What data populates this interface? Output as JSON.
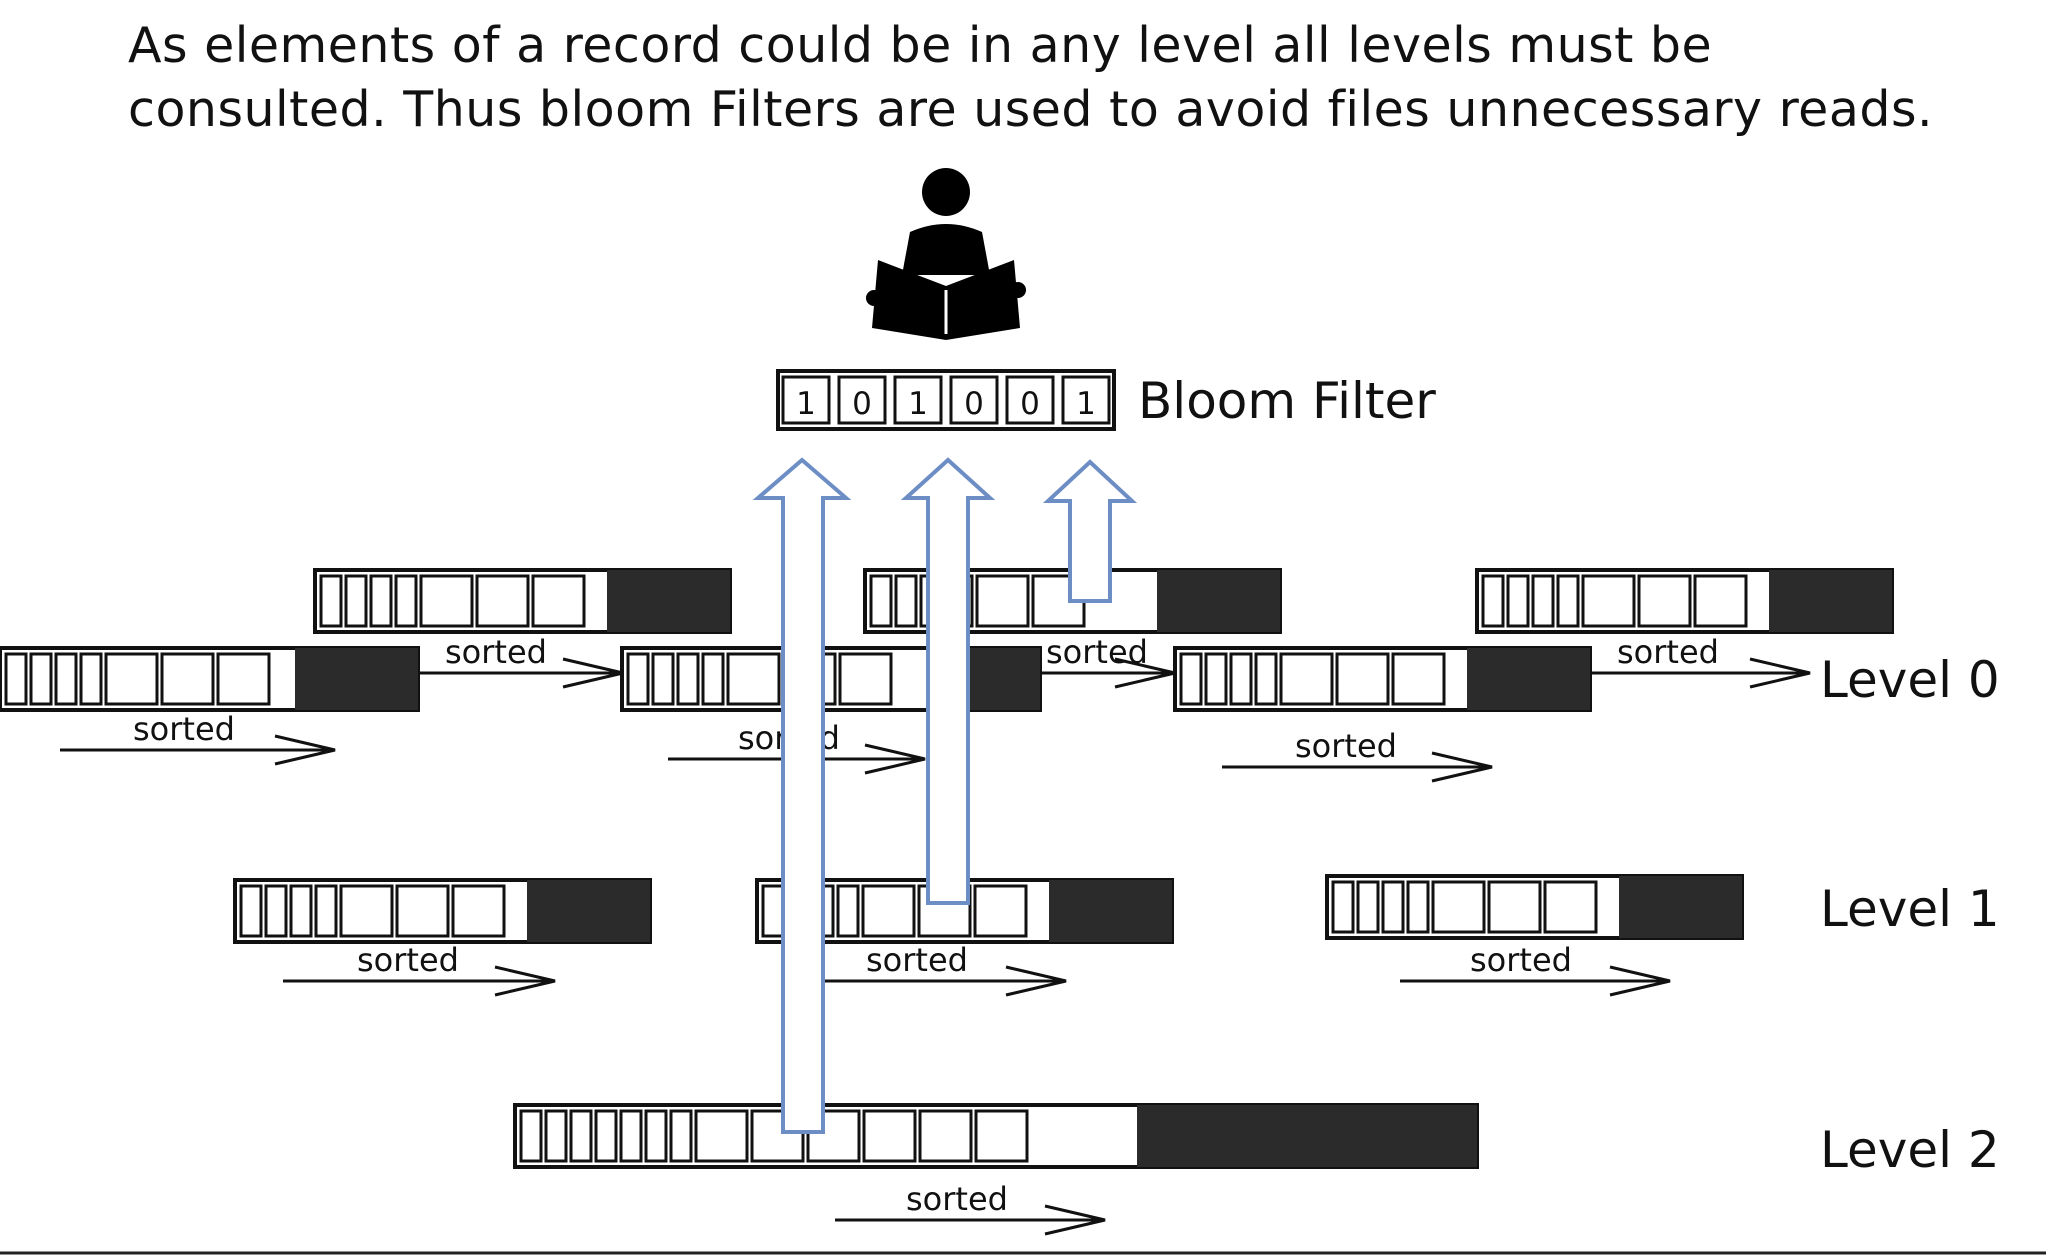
{
  "caption": {
    "line1": "As elements of a record could be in any level all levels must be",
    "line2": "consulted. Thus bloom Filters are used to avoid files unnecessary reads."
  },
  "bloom_filter": {
    "label": "Bloom Filter",
    "bits": [
      "1",
      "0",
      "1",
      "0",
      "0",
      "1"
    ]
  },
  "levels": [
    {
      "label": "Level 0"
    },
    {
      "label": "Level 1"
    },
    {
      "label": "Level 2"
    }
  ],
  "sorted_label": "sorted",
  "icons": {
    "reader": "person-reading-icon",
    "arrow": "up-arrow-icon"
  },
  "colors": {
    "ink": "#111111",
    "arrow_stroke": "#6d8ec5",
    "block_fill": "#2b2b2b"
  }
}
